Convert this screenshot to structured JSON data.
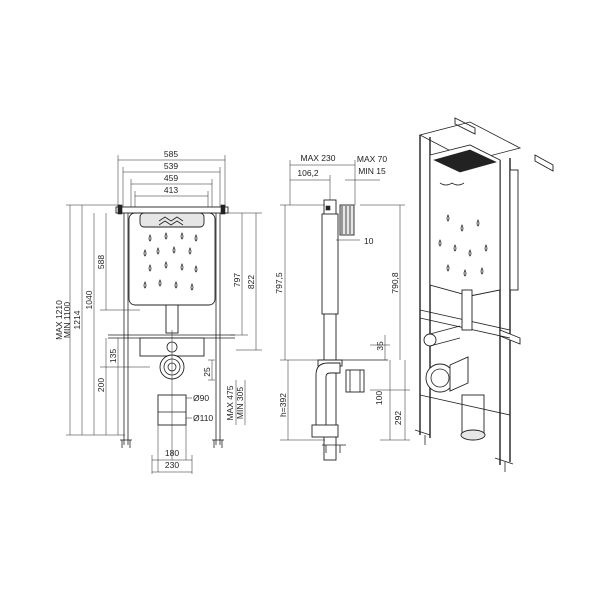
{
  "front_view": {
    "widths": [
      "585",
      "539",
      "459",
      "413"
    ],
    "bottom_widths": [
      "180",
      "230"
    ],
    "left_heights": [
      "MAX 1210\nMIN 1100",
      "1214",
      "1040",
      "588",
      "200",
      "135"
    ],
    "left_heights_split": {
      "max_min_a": "MAX 1210",
      "max_min_b": "MIN 1100",
      "h1214": "1214",
      "h1040": "1040",
      "h588": "588",
      "h200": "200",
      "h135": "135"
    },
    "right_heights": {
      "h797": "797",
      "h822": "822",
      "max475": "MAX 475",
      "min305": "MIN 305",
      "h25": "25"
    },
    "pipes": {
      "d90": "Ø90",
      "d110": "Ø110"
    }
  },
  "side_view": {
    "top_dims": {
      "max230": "MAX 230",
      "d106": "106,2",
      "max70": "MAX 70",
      "min15": "MIN 15",
      "d10": "10"
    },
    "heights": {
      "h797_5": "797,5",
      "h790_8": "790,8",
      "h35": "35",
      "h100": "100",
      "h292": "292",
      "h392": "h=392"
    }
  },
  "colors": {
    "line": "#222222",
    "background": "#ffffff",
    "panel_fill": "#e6e6e6"
  }
}
